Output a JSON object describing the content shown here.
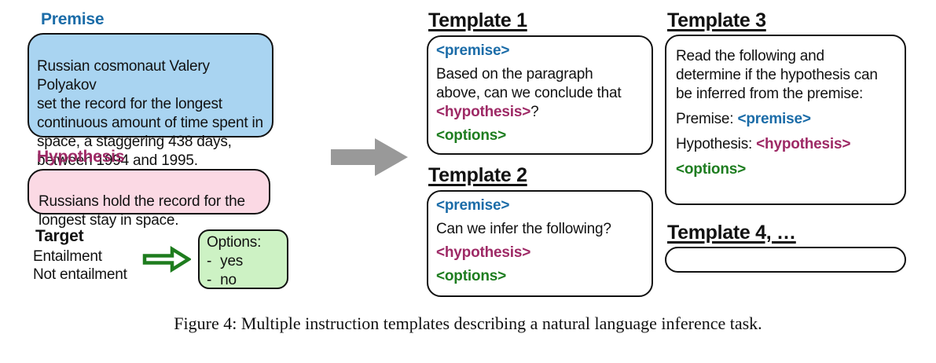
{
  "palette": {
    "premise_text_color": "#1b6ca8",
    "hypothesis_text_color": "#9e2a66",
    "options_text_color": "#1e7d20",
    "premise_box_fill": "#a9d4f1",
    "hypothesis_box_fill": "#fbd9e4",
    "options_box_fill": "#cdf2c4",
    "flow_arrow_color": "#999999",
    "target_arrow_color": "#1e7c1e",
    "border_color": "#111111"
  },
  "left": {
    "premise_label": "Premise",
    "premise_text": "Russian cosmonaut Valery Polyakov\nset the record for the longest\ncontinuous amount of time spent in\nspace, a staggering 438 days,\nbetween 1994 and 1995.",
    "hypothesis_label": "Hypothesis",
    "hypothesis_text": "Russians hold the record for the\nlongest stay in space.",
    "target_label": "Target",
    "target_lines": "Entailment\nNot entailment",
    "options_box": {
      "title": "Options:",
      "bullet": "-",
      "items": [
        "yes",
        "no"
      ]
    }
  },
  "icons": {
    "flow_arrow": "gray right arrow",
    "target_arrow": "green outline right arrow"
  },
  "templates": [
    {
      "heading": "Template 1",
      "premise_tag": "<premise>",
      "body_prefix": "Based on the paragraph\nabove, can we conclude that\n",
      "hypothesis_tag": "<hypothesis>",
      "body_suffix": "?",
      "options_tag": "<options>"
    },
    {
      "heading": "Template 2",
      "premise_tag": "<premise>",
      "question": "Can we infer the following?",
      "hypothesis_tag": "<hypothesis>",
      "options_tag": "<options>"
    },
    {
      "heading": "Template 3",
      "intro": "Read the following and\ndetermine if the hypothesis can\nbe inferred from the premise:",
      "premise_label": "Premise: ",
      "premise_tag": "<premise>",
      "hypothesis_label": "Hypothesis: ",
      "hypothesis_tag": "<hypothesis>",
      "options_tag": "<options>"
    },
    {
      "heading": "Template 4, …"
    }
  ],
  "caption": "Figure 4: Multiple instruction templates describing a natural language inference task."
}
